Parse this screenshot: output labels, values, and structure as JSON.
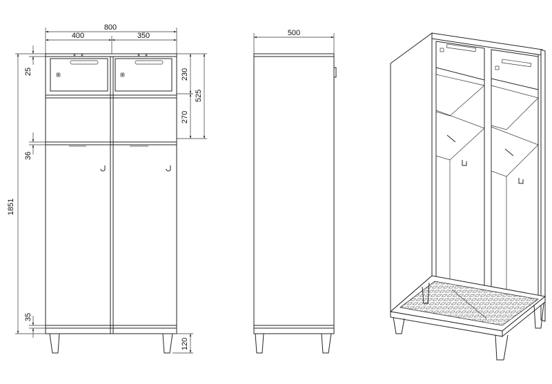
{
  "diagram": {
    "views": [
      "front-view",
      "side-view",
      "isometric-view"
    ],
    "front_view": {
      "overall_width": "800",
      "left_width": "400",
      "right_width": "350",
      "top_gap": "25",
      "shelf_thickness": "36",
      "overall_height": "1851",
      "bottom_gap": "35",
      "compartment_height": "230",
      "drawer_zone_height": "525",
      "lower_space": "270",
      "leg_height": "120"
    },
    "side_view": {
      "depth": "500"
    }
  }
}
